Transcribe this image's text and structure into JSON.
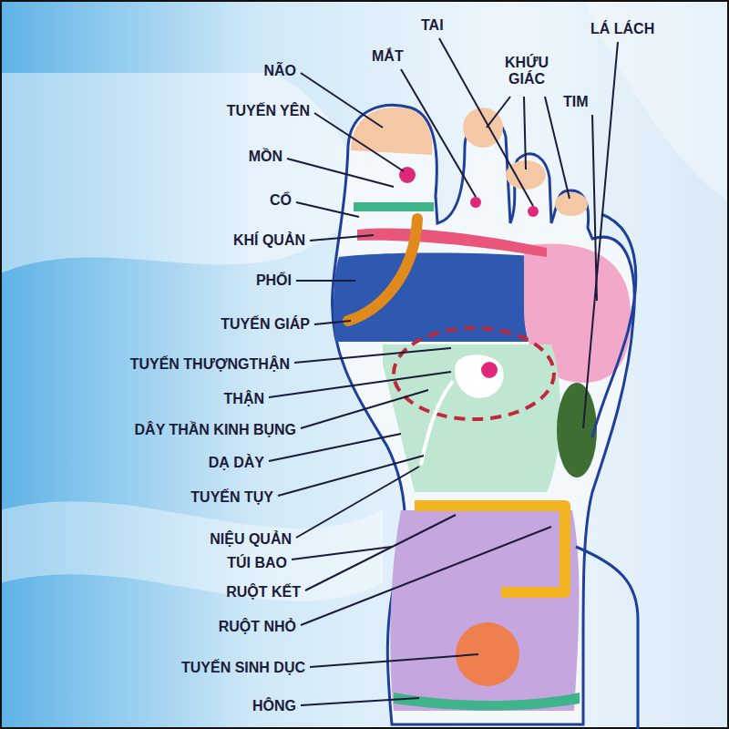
{
  "diagram": {
    "labels": [
      "NÃO",
      "MẮT",
      "TAI",
      "KHỨU GIÁC",
      "LÁ LÁCH",
      "TIM",
      "TUYẾN YÊN",
      "MỒN",
      "CỔ",
      "KHÍ QUẢN",
      "PHỔI",
      "TUYẾN GIÁP",
      "TUYẾN THƯỢNGTHẬN",
      "THẬN",
      "DÂY THẦN KINH BỤNG",
      "DẠ DÀY",
      "TUYẾN TỤY",
      "NIỆU QUẢN",
      "TÚI BAO",
      "RUỘT KẾT",
      "RUỘT NHỎ",
      "TUYẾN SINH DỤC",
      "HÔNG"
    ]
  }
}
